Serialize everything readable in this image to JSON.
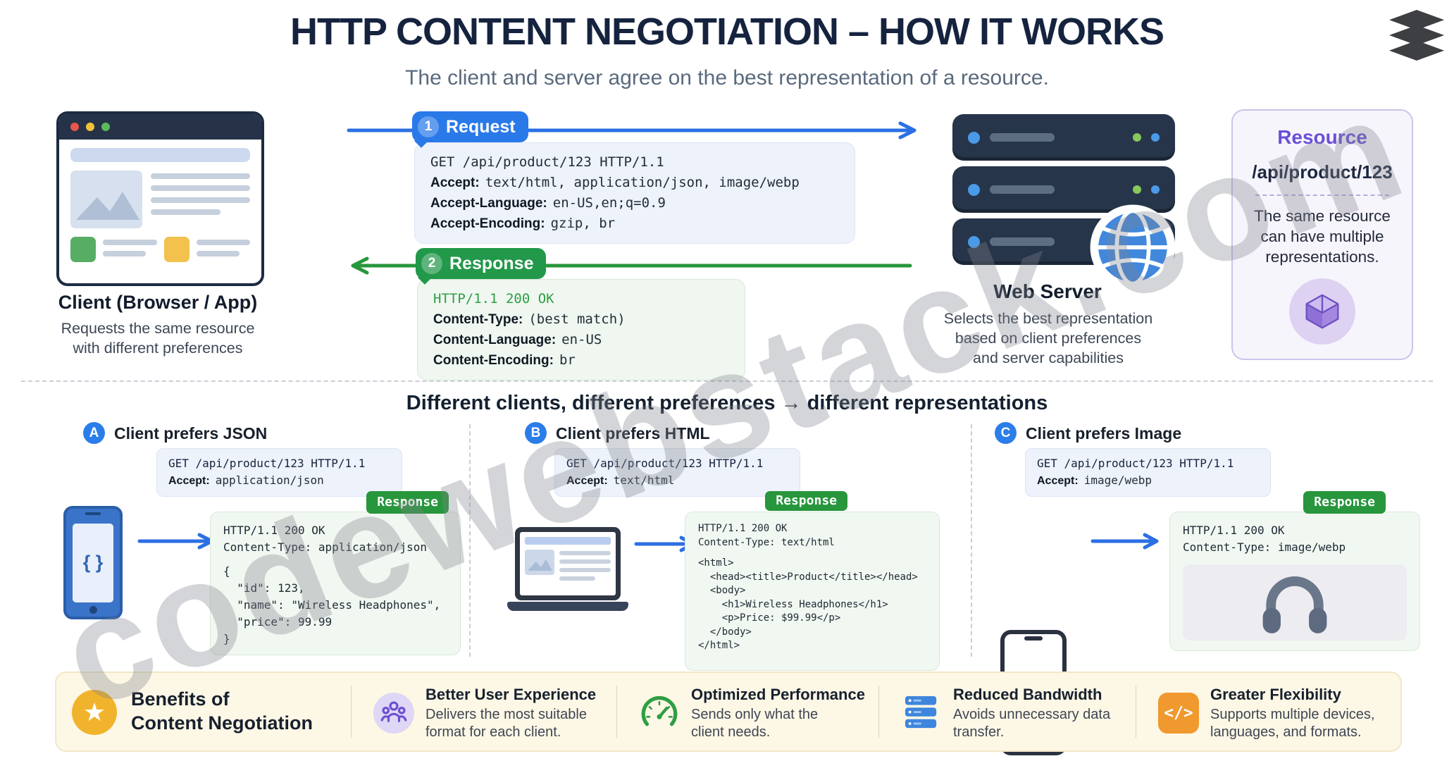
{
  "header": {
    "title": "HTTP CONTENT NEGOTIATION – HOW IT WORKS",
    "subtitle": "The client and server agree on the best representation of a resource."
  },
  "watermark": "codewebstack.com",
  "palette": {
    "accent_blue": "#2b6fe3",
    "accent_green": "#27963c",
    "navy_title": "#15233f",
    "purple": "#6b4fd0",
    "gold": "#f2b32c",
    "orange": "#f0992e",
    "benefits_bg": "#fdf7e6",
    "resource_bg": "#f7f5fc"
  },
  "flow": {
    "client": {
      "title": "Client (Browser / App)",
      "caption": "Requests the same resource with different preferences"
    },
    "request": {
      "step": "1",
      "label": "Request",
      "lines": [
        {
          "label": "",
          "value": "GET /api/product/123 HTTP/1.1"
        },
        {
          "label": "Accept:",
          "value": "text/html, application/json, image/webp"
        },
        {
          "label": "Accept-Language:",
          "value": "en-US,en;q=0.9"
        },
        {
          "label": "Accept-Encoding:",
          "value": "gzip, br"
        }
      ]
    },
    "response": {
      "step": "2",
      "label": "Response",
      "status": "HTTP/1.1 200 OK",
      "lines": [
        {
          "label": "Content-Type:",
          "value": "(best match)"
        },
        {
          "label": "Content-Language:",
          "value": "en-US"
        },
        {
          "label": "Content-Encoding:",
          "value": "br"
        }
      ]
    },
    "server": {
      "title": "Web Server",
      "caption": "Selects the best representation based on client preferences and server capabilities"
    },
    "resource": {
      "title": "Resource",
      "path": "/api/product/123",
      "caption": "The same resource can have multiple representations.",
      "icon": "cube-icon"
    }
  },
  "scenarios_heading": "Different clients, different preferences → different representations",
  "scenarios": [
    {
      "badge": "A",
      "title": "Client prefers JSON",
      "device": "smartphone-json-icon",
      "request": {
        "line1": "GET /api/product/123 HTTP/1.1",
        "accept_label": "Accept:",
        "accept_value": "application/json"
      },
      "response": {
        "badge": "Response",
        "status": "HTTP/1.1 200 OK",
        "content_type": "Content-Type: application/json",
        "body": "{\n  \"id\": 123,\n  \"name\": \"Wireless Headphones\",\n  \"price\": 99.99\n}"
      }
    },
    {
      "badge": "B",
      "title": "Client prefers HTML",
      "device": "laptop-icon",
      "request": {
        "line1": "GET /api/product/123 HTTP/1.1",
        "accept_label": "Accept:",
        "accept_value": "text/html"
      },
      "response": {
        "badge": "Response",
        "status": "HTTP/1.1 200 OK",
        "content_type": "Content-Type: text/html",
        "body": "<html>\n  <head><title>Product</title></head>\n  <body>\n    <h1>Wireless Headphones</h1>\n    <p>Price: $99.99</p>\n  </body>\n</html>"
      }
    },
    {
      "badge": "C",
      "title": "Client prefers Image",
      "device": "smartphone-image-icon",
      "request": {
        "line1": "GET /api/product/123 HTTP/1.1",
        "accept_label": "Accept:",
        "accept_value": "image/webp"
      },
      "response": {
        "badge": "Response",
        "status": "HTTP/1.1 200 OK",
        "content_type": "Content-Type: image/webp",
        "body_image": "headphones-image"
      }
    }
  ],
  "benefits": {
    "title_line1": "Benefits of",
    "title_line2": "Content Negotiation",
    "items": [
      {
        "icon": "users-icon",
        "title": "Better User Experience",
        "desc": "Delivers the most suitable format for each client."
      },
      {
        "icon": "gauge-icon",
        "title": "Optimized Performance",
        "desc": "Sends only what the client needs."
      },
      {
        "icon": "server-stack-icon",
        "title": "Reduced Bandwidth",
        "desc": "Avoids unnecessary data transfer."
      },
      {
        "icon": "code-icon",
        "title": "Greater Flexibility",
        "desc": "Supports multiple devices, languages, and formats."
      }
    ]
  }
}
